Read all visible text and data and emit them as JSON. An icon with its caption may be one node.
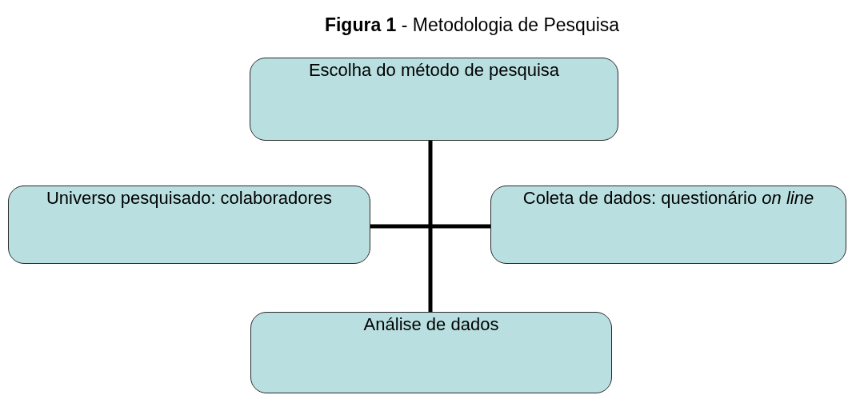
{
  "diagram": {
    "title": "**Figura 1** - Metodologia de Pesquisa",
    "nodes": [
      {
        "text": [
          "Escolha do método de pesquisa"
        ]
      },
      {
        "text": [
          "Universo pesquisado: colaboradores"
        ]
      },
      {
        "text": [
          "Coleta de dados: questionário *on line*"
        ]
      },
      {
        "text": [
          "Análise de dados"
        ]
      }
    ],
    "edges": [
      {
        "from": 0,
        "to": 3,
        "arrow": "none"
      },
      {
        "from": 1,
        "to": 2,
        "arrow": "none"
      }
    ]
  }
}
